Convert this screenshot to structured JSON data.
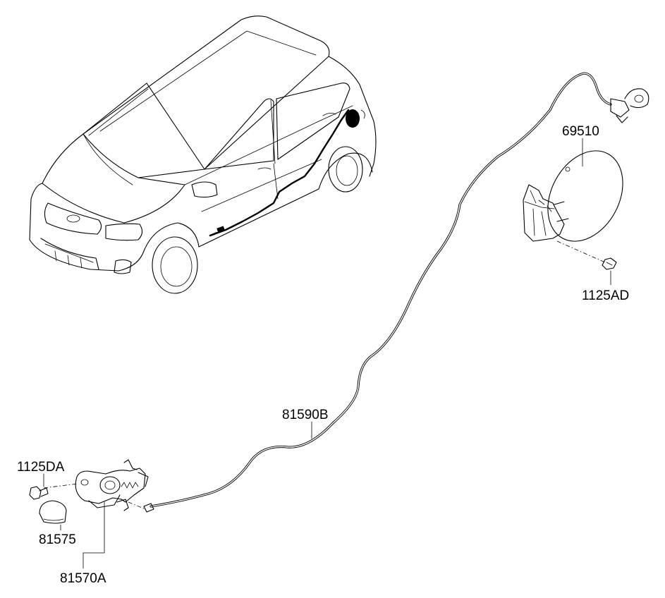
{
  "parts": {
    "fuel_door": "69510",
    "fuel_door_screw": "1125AD",
    "opener_cable": "81590B",
    "lever_bolt": "1125DA",
    "lever_knob": "81575",
    "opener_lever_assembly": "81570A"
  }
}
